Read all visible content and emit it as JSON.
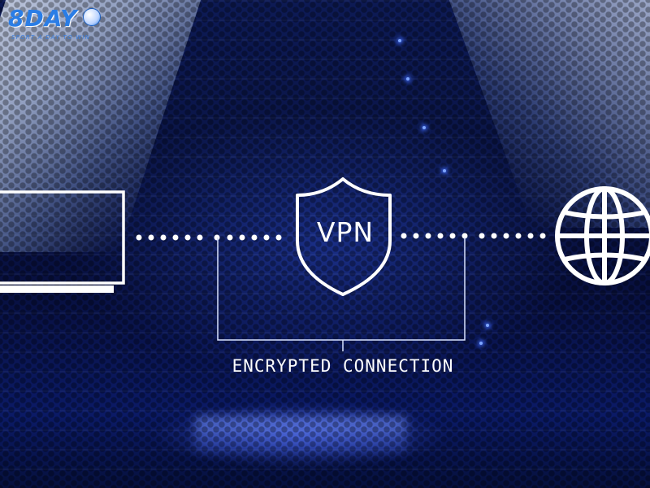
{
  "logo": {
    "brand": "8DAY",
    "tagline": "SPORT A DAY TO WIN",
    "icon": "soccer-ball-icon"
  },
  "diagram": {
    "center_label": "VPN",
    "caption": "ENCRYPTED CONNECTION",
    "left_icon": "monitor-icon",
    "center_icon": "shield-icon",
    "right_icon": "globe-icon"
  },
  "colors": {
    "background": "#0a1445",
    "line": "#ffffff",
    "brand": "#2a7de6",
    "glow": "#3f6bff"
  }
}
